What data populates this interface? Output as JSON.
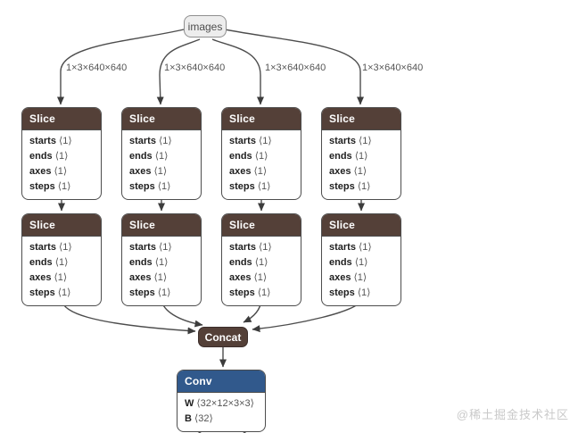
{
  "diagram": {
    "input_node": {
      "label": "images"
    },
    "edge_labels": [
      "1×3×640×640",
      "1×3×640×640",
      "1×3×640×640",
      "1×3×640×640"
    ],
    "slice_node": {
      "title": "Slice",
      "attrs": [
        {
          "name": "starts",
          "value": "⟨1⟩"
        },
        {
          "name": "ends",
          "value": "⟨1⟩"
        },
        {
          "name": "axes",
          "value": "⟨1⟩"
        },
        {
          "name": "steps",
          "value": "⟨1⟩"
        }
      ]
    },
    "concat_node": {
      "title": "Concat"
    },
    "conv_node": {
      "title": "Conv",
      "attrs": [
        {
          "name": "W",
          "value": "⟨32×12×3×3⟩"
        },
        {
          "name": "B",
          "value": "⟨32⟩"
        }
      ]
    },
    "colors": {
      "slice_header": "#544038",
      "conv_header": "#31598c",
      "input_fill": "#ededed",
      "edge": "#4d4d4d"
    }
  },
  "watermark": {
    "text": "@稀土掘金技术社区"
  }
}
